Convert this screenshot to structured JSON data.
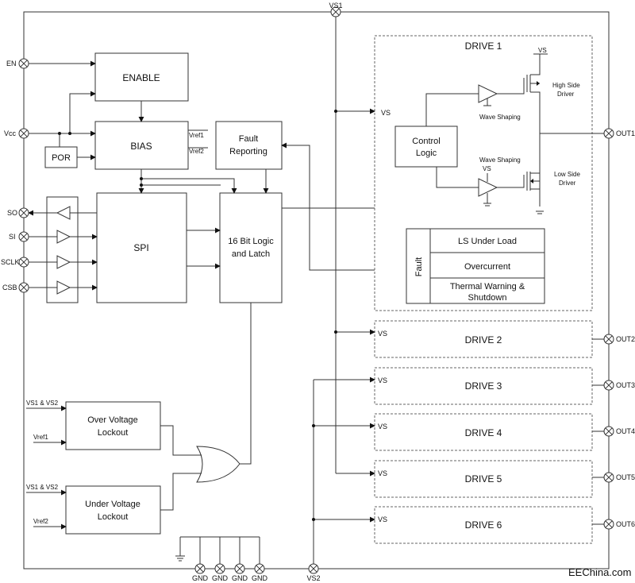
{
  "pins": {
    "vs1": "VS1",
    "en": "EN",
    "vcc": "Vcc",
    "so": "SO",
    "si": "SI",
    "sclk": "SCLK",
    "csb": "CSB",
    "out1": "OUT1",
    "out2": "OUT2",
    "out3": "OUT3",
    "out4": "OUT4",
    "out5": "OUT5",
    "out6": "OUT6",
    "gnd": "GND",
    "vs2": "VS2"
  },
  "blocks": {
    "enable": "ENABLE",
    "bias": "BIAS",
    "por": "POR",
    "vref1": "Vref1",
    "vref2": "Vref2",
    "fault_reporting_1": "Fault",
    "fault_reporting_2": "Reporting",
    "spi": "SPI",
    "logic_1": "16 Bit Logic",
    "logic_2": "and Latch",
    "ovl_1": "Over Voltage",
    "ovl_2": "Lockout",
    "uvl_1": "Under Voltage",
    "uvl_2": "Lockout",
    "vs1_vs2": "VS1 & VS2",
    "vref1_in": "Vref1",
    "vref2_in": "Vref2"
  },
  "drive1": {
    "title": "DRIVE 1",
    "vs": "VS",
    "vs_top": "VS",
    "vs_low": "VS",
    "control_1": "Control",
    "control_2": "Logic",
    "wave_shaping_high": "Wave Shaping",
    "wave_shaping_low": "Wave Shaping",
    "high_1": "High Side",
    "high_2": "Driver",
    "low_1": "Low Side",
    "low_2": "Driver",
    "fault": "Fault",
    "ls_under_load": "LS Under Load",
    "overcurrent": "Overcurrent",
    "thermal_1": "Thermal Warning &",
    "thermal_2": "Shutdown"
  },
  "drives": [
    {
      "title": "DRIVE 2",
      "vs": "VS"
    },
    {
      "title": "DRIVE 3",
      "vs": "VS"
    },
    {
      "title": "DRIVE 4",
      "vs": "VS"
    },
    {
      "title": "DRIVE 5",
      "vs": "VS"
    },
    {
      "title": "DRIVE 6",
      "vs": "VS"
    }
  ],
  "watermark": "EEChina.com"
}
